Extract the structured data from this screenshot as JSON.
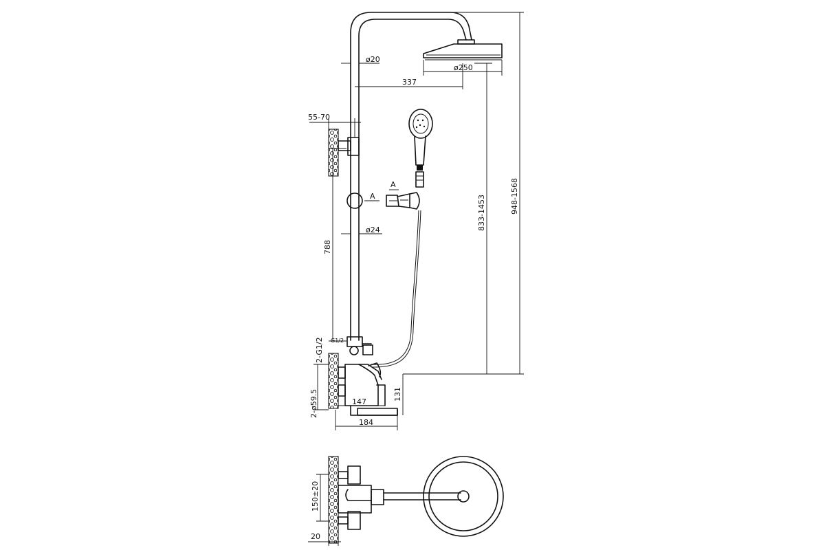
{
  "dimensions": {
    "pipe_diameter": "ø20",
    "head_diameter": "ø250",
    "arm_length": "337",
    "wall_distance": "55-70",
    "slider_marker": "A",
    "section_marker": "A",
    "bar_diameter": "ø24",
    "slide_bar_length": "788",
    "head_height": "833-1453",
    "total_height": "948-1568",
    "inlet_thread": "2-G1/2",
    "outlet_thread": "G1/2",
    "flange_diameter": "2-ø59.5",
    "mixer_depth": "147",
    "spout_height": "131",
    "spout_length": "184",
    "inlet_spacing": "150±20",
    "offset": "20"
  }
}
